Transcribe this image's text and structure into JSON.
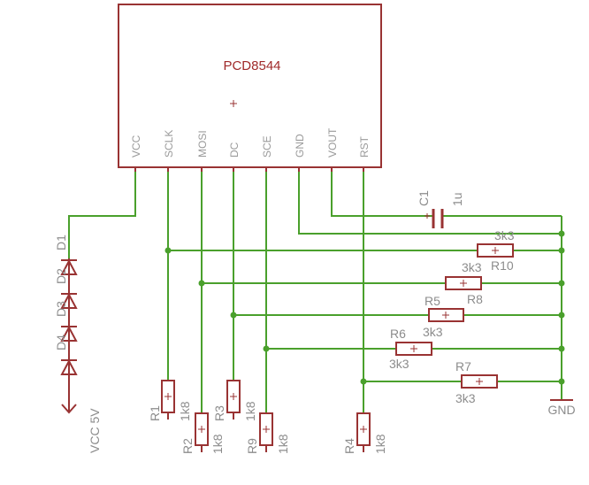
{
  "colors": {
    "background": "#ffffff",
    "wire": "#4aa02c",
    "component": "#993333",
    "pin_label": "#9a9a9a",
    "ref_label": "#8c8c8c",
    "title": "#a02a2a"
  },
  "chip": {
    "name": "PCD8544",
    "pins": [
      "VCC",
      "SCLK",
      "MOSI",
      "DC",
      "SCE",
      "GND",
      "VOUT",
      "RST"
    ]
  },
  "diodes": [
    {
      "name": "D1"
    },
    {
      "name": "D2"
    },
    {
      "name": "D3"
    },
    {
      "name": "D4"
    }
  ],
  "supply": {
    "label": "VCC 5V"
  },
  "ground": {
    "label": "GND"
  },
  "capacitor": {
    "name": "C1",
    "value": "1u"
  },
  "resistors": [
    {
      "name": "R1",
      "value": "1k8"
    },
    {
      "name": "R2",
      "value": "1k8"
    },
    {
      "name": "R3",
      "value": "1k8"
    },
    {
      "name": "R9",
      "value": "1k8"
    },
    {
      "name": "R4",
      "value": "1k8"
    },
    {
      "name": "R10",
      "value": "3k3"
    },
    {
      "name": "R8",
      "value": "3k3"
    },
    {
      "name": "R5",
      "value": "3k3"
    },
    {
      "name": "R6",
      "value": "3k3"
    },
    {
      "name": "R7",
      "value": "3k3"
    }
  ]
}
